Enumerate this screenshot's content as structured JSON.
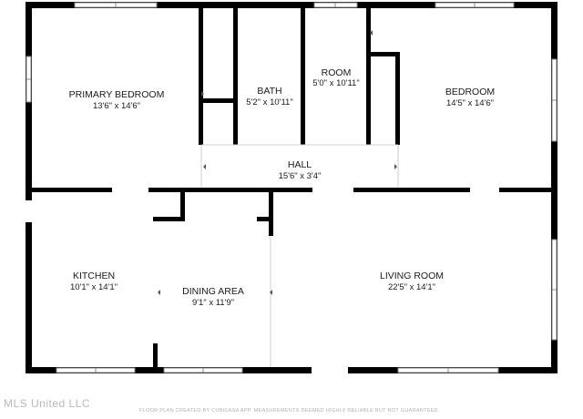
{
  "rooms": {
    "primary_bedroom": {
      "name": "PRIMARY BEDROOM",
      "dims": "13'6\" x 14'6\""
    },
    "bath": {
      "name": "BATH",
      "dims": "5'2\" x 10'11\""
    },
    "room": {
      "name": "ROOM",
      "dims": "5'0\" x 10'11\""
    },
    "bedroom": {
      "name": "BEDROOM",
      "dims": "14'5\" x 14'6\""
    },
    "hall": {
      "name": "HALL",
      "dims": "15'6\" x 3'4\""
    },
    "kitchen": {
      "name": "KITCHEN",
      "dims": "10'1\" x 14'1\""
    },
    "dining_area": {
      "name": "DINING AREA",
      "dims": "9'1\" x 11'9\""
    },
    "living_room": {
      "name": "LIVING ROOM",
      "dims": "22'5\" x 14'1\""
    }
  },
  "watermark": "MLS United LLC",
  "footer": "FLOOR PLAN CREATED BY CUBICASA APP. MEASUREMENTS DEEMED HIGHLY RELIABLE BUT NOT GUARANTEED.",
  "colors": {
    "wall": "#000000",
    "window": "#9a9a9a",
    "background": "#ffffff"
  }
}
